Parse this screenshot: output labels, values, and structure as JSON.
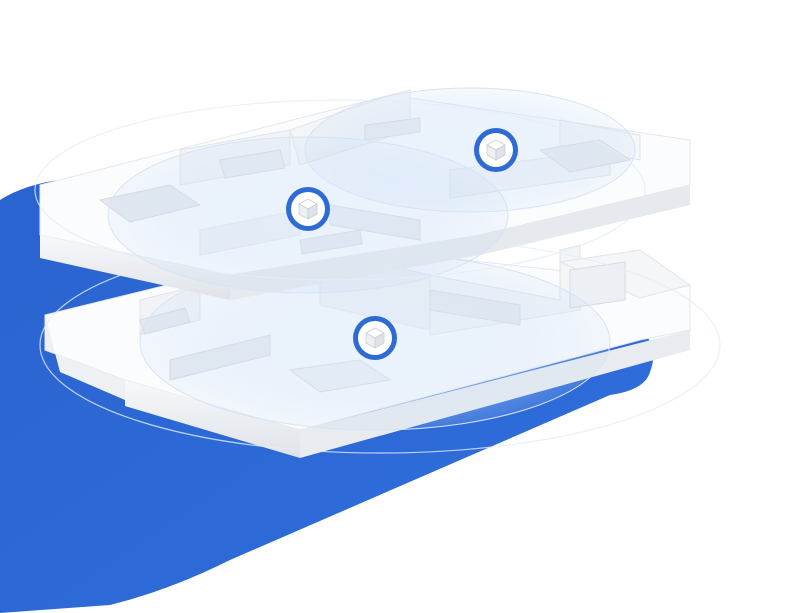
{
  "scene": {
    "subject": "two-storey-floor-plan-with-mesh-wifi-nodes",
    "floors": [
      {
        "id": "upper",
        "node_count": 2
      },
      {
        "id": "lower",
        "node_count": 1
      }
    ],
    "node_total": 3
  },
  "colors": {
    "background": "#ffffff",
    "accent_blue": "#2f6bd4",
    "accent_blue_dark": "#1f55c0",
    "wall": "#f2f4f7",
    "wall_shadow": "#d9dde3",
    "floor": "#fbfcfd",
    "furniture": "#e6e9ee",
    "coverage": "#cfe1f7"
  },
  "icons": {
    "node": "mesh-router-node-icon"
  }
}
